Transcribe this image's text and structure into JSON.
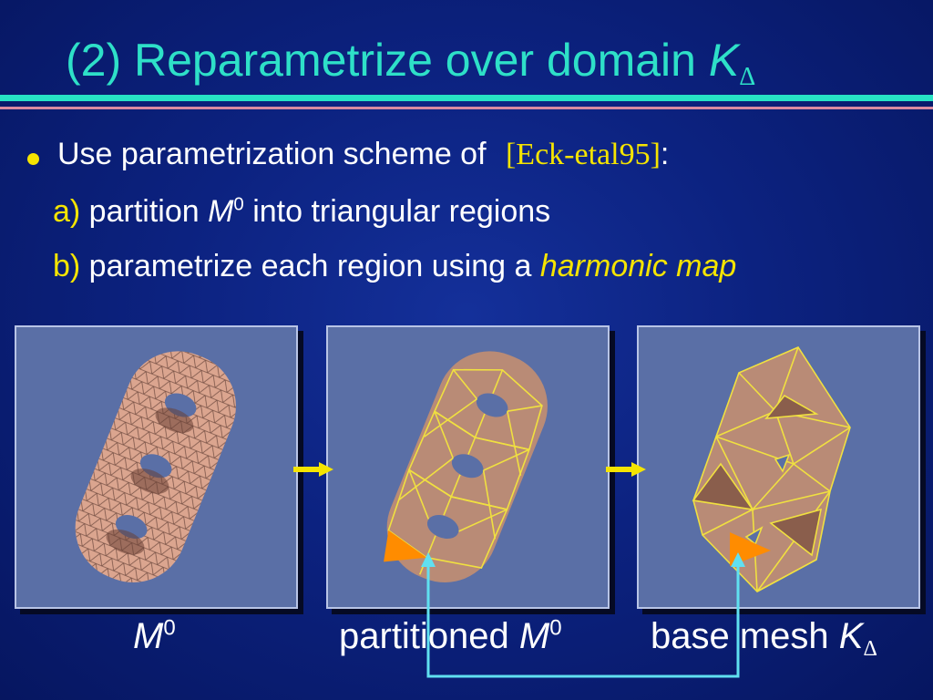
{
  "slide": {
    "title_prefix": "(2)  Reparametrize over domain ",
    "title_k": "K",
    "title_sub": "Δ",
    "bullet": {
      "text": "Use parametrization scheme of ",
      "citation": "[Eck-etal95]",
      "suffix": ":"
    },
    "items": [
      {
        "label": "a)",
        "pre": " partition ",
        "var": "M",
        "sup": "0",
        "post": " into triangular regions"
      },
      {
        "label": "b)",
        "pre": " parametrize each region using a ",
        "emph": "harmonic map"
      }
    ],
    "captions": [
      {
        "var": "M",
        "sup": "0"
      },
      {
        "pre": "partitioned ",
        "var": "M",
        "sup": "0"
      },
      {
        "pre": "base mesh ",
        "var": "K",
        "sub": "Δ"
      }
    ]
  },
  "colors": {
    "title": "#2ee0c8",
    "accent_yellow": "#f5e400",
    "region_orange": "#ff8c00",
    "connector_cyan": "#60e0f0",
    "mesh_skin": "#d6a58c"
  },
  "icons": [
    "bullet-dot",
    "arrow-right-icon",
    "connector-arrow-icon"
  ]
}
